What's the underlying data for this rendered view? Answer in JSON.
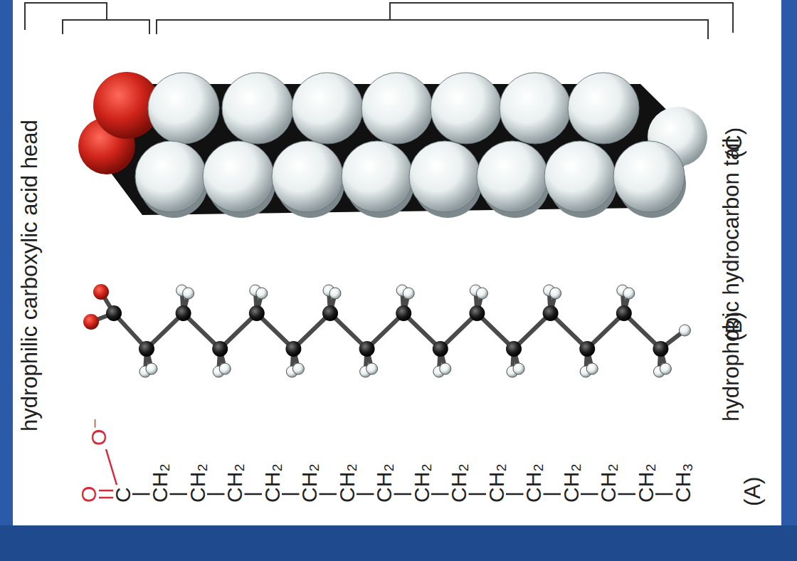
{
  "diagram": {
    "labels": [
      "hydrophilic carboxylic acid head",
      "hydrophobic hydrocarbon tail",
      "O",
      "O⁻",
      "C",
      "CH₂",
      "CH₂",
      "CH₂",
      "CH₂",
      "CH₂",
      "CH₂",
      "CH₂",
      "CH₂",
      "CH₂",
      "CH₂",
      "CH₂",
      "CH₂",
      "CH₂",
      "CH₂",
      "CH₃",
      "(A)",
      "(B)",
      "(C)"
    ]
  }
}
